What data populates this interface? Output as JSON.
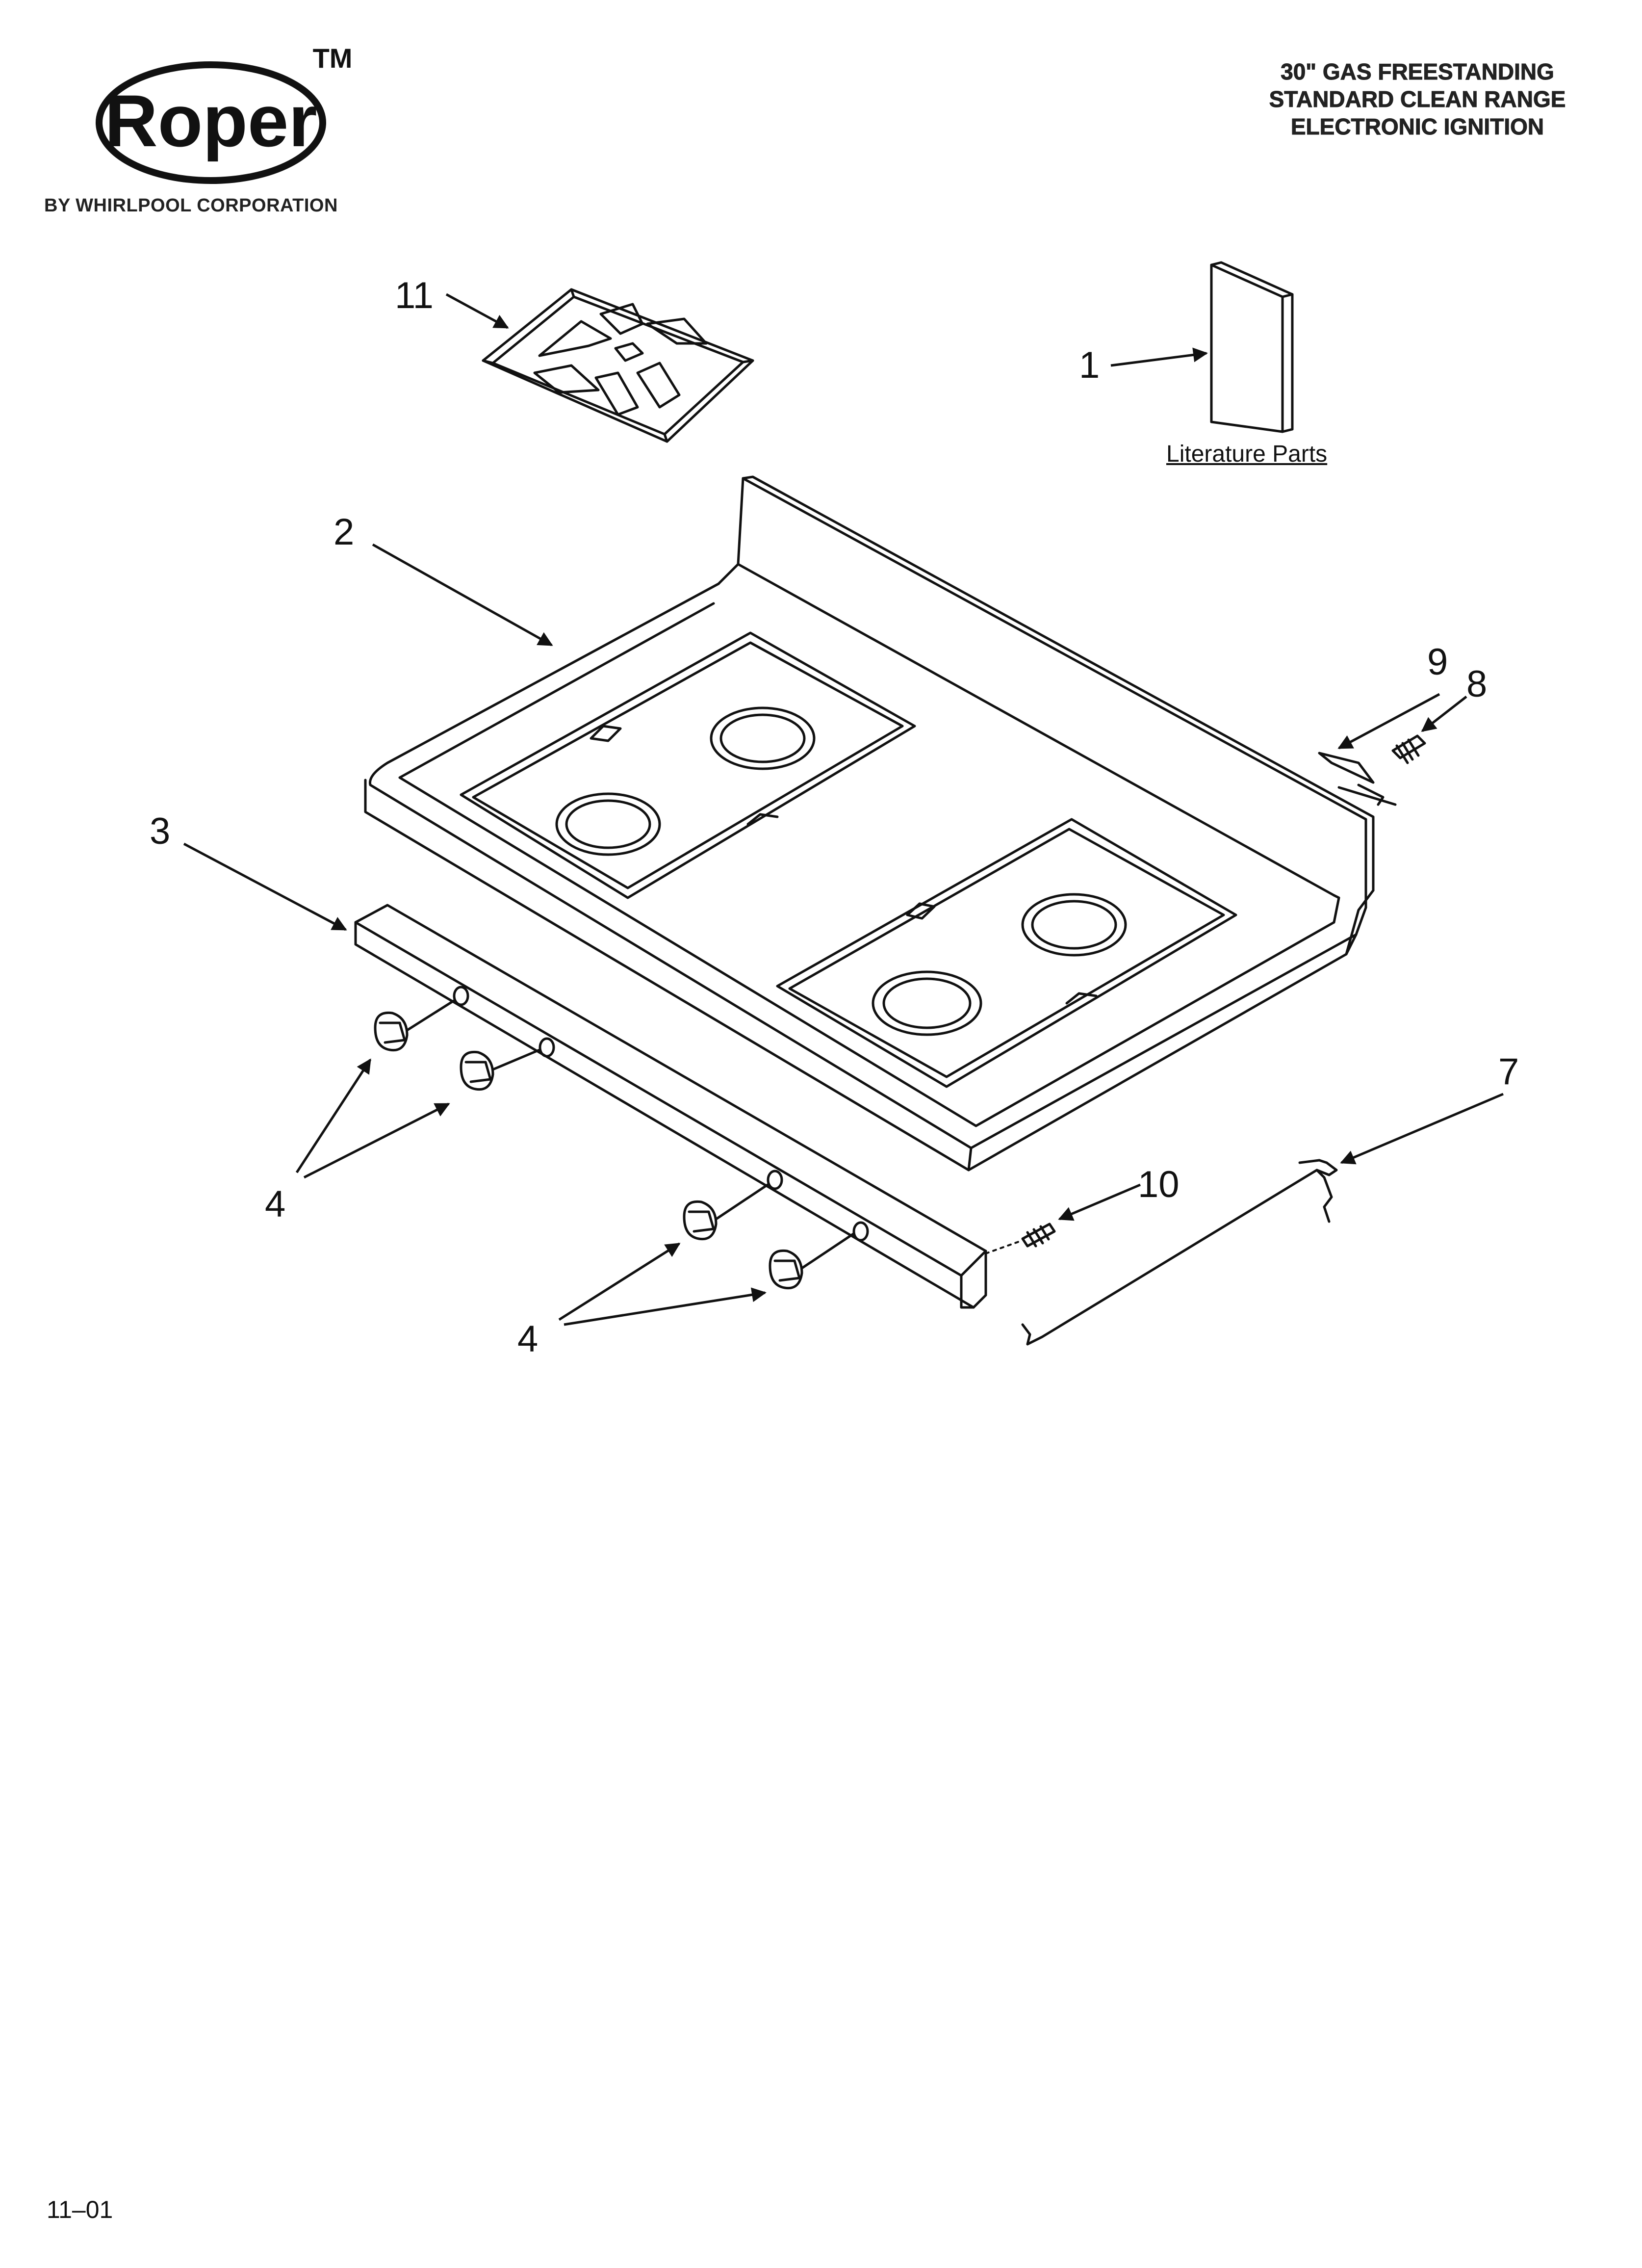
{
  "brand": {
    "logo_text": "Roper",
    "trademark": "TM",
    "tagline": "BY WHIRLPOOL CORPORATION"
  },
  "title_lines": [
    "30\" GAS FREESTANDING",
    "STANDARD CLEAN RANGE",
    "ELECTRONIC IGNITION"
  ],
  "literature_label": "Literature Parts",
  "callouts": {
    "c1": "1",
    "c2": "2",
    "c3": "3",
    "c4a": "4",
    "c4b": "4",
    "c7": "7",
    "c8": "8",
    "c9": "9",
    "c10": "10",
    "c11": "11"
  },
  "page_code": "11–01",
  "colors": {
    "ink": "#111111",
    "paper": "#ffffff"
  }
}
